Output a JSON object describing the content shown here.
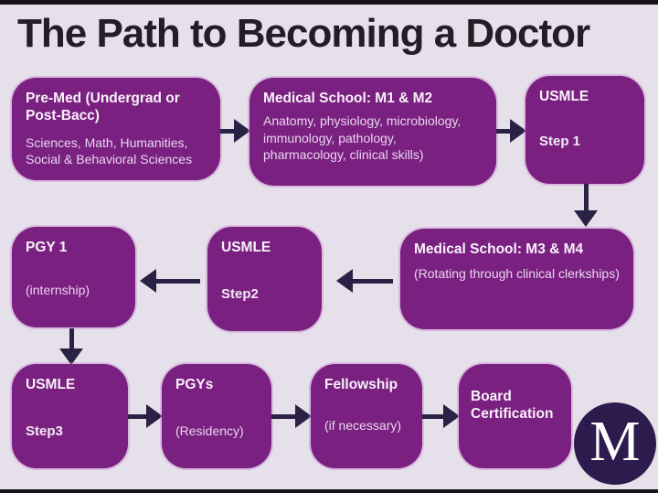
{
  "title": "The Path to Becoming a Doctor",
  "logo": {
    "letter": "M"
  },
  "colors": {
    "background": "#e5e0ea",
    "node_fill": "#7a2080",
    "node_heading_text": "#f8f1fa",
    "node_body_text": "#e9d6ee",
    "arrow": "#2a2244",
    "title_text": "#241c26",
    "logo_circle": "#2e1b4d",
    "border_bars": "#151317"
  },
  "flow": {
    "nodes": [
      {
        "id": "premed",
        "heading": "Pre-Med (Undergrad or Post-Bacc)",
        "body": "Sciences, Math, Humanities, Social & Behavioral Sciences"
      },
      {
        "id": "med-school-m1-m2",
        "heading": "Medical School: M1 & M2",
        "body": "Anatomy, physiology, microbiology, immunology, pathology, pharmacology, clinical skills)"
      },
      {
        "id": "usmle-step1",
        "heading": "USMLE",
        "body": "Step 1"
      },
      {
        "id": "pgy1",
        "heading": "PGY 1",
        "body": "(internship)"
      },
      {
        "id": "usmle-step2",
        "heading": "USMLE",
        "body": "Step2"
      },
      {
        "id": "med-school-m3-m4",
        "heading": "Medical School: M3 & M4",
        "body": "(Rotating through clinical clerkships)"
      },
      {
        "id": "usmle-step3",
        "heading": "USMLE",
        "body": "Step3"
      },
      {
        "id": "pgys",
        "heading": "PGYs",
        "body": "(Residency)"
      },
      {
        "id": "fellowship",
        "heading": "Fellowship",
        "body": "(if necessary)"
      },
      {
        "id": "board-certification",
        "heading": "Board Certification",
        "body": ""
      }
    ],
    "edges": [
      {
        "from": "premed",
        "to": "med-school-m1-m2"
      },
      {
        "from": "med-school-m1-m2",
        "to": "usmle-step1"
      },
      {
        "from": "usmle-step1",
        "to": "med-school-m3-m4"
      },
      {
        "from": "med-school-m3-m4",
        "to": "usmle-step2"
      },
      {
        "from": "usmle-step2",
        "to": "pgy1"
      },
      {
        "from": "pgy1",
        "to": "usmle-step3"
      },
      {
        "from": "usmle-step3",
        "to": "pgys"
      },
      {
        "from": "pgys",
        "to": "fellowship"
      },
      {
        "from": "fellowship",
        "to": "board-certification"
      }
    ]
  }
}
